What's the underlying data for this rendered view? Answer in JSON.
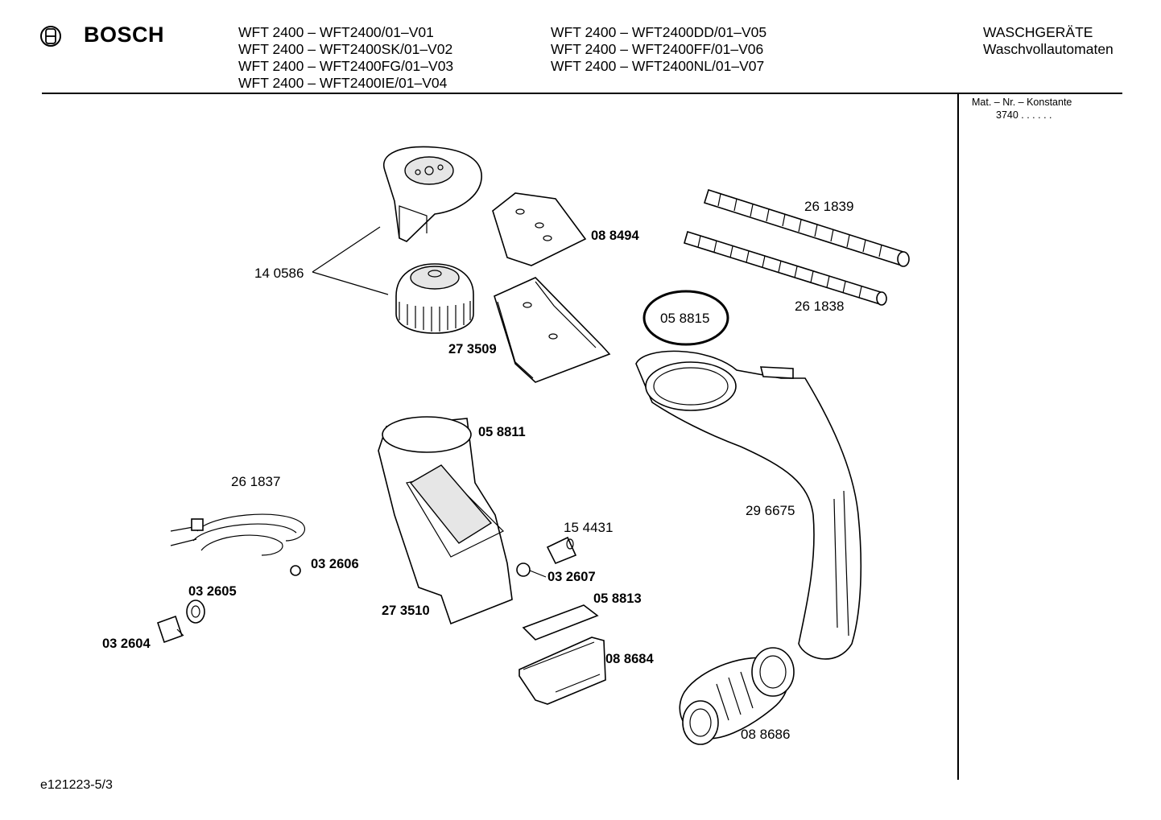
{
  "header": {
    "brand": "BOSCH",
    "models_col1": [
      "WFT 2400 – WFT2400/01–V01",
      "WFT 2400 – WFT2400SK/01–V02",
      "WFT 2400 – WFT2400FG/01–V03",
      "WFT 2400 – WFT2400IE/01–V04"
    ],
    "models_col2": [
      "WFT 2400 – WFT2400DD/01–V05",
      "WFT 2400 – WFT2400FF/01–V06",
      "WFT 2400 – WFT2400NL/01–V07"
    ],
    "category": "WASCHGERÄTE",
    "subcategory": "Waschvollautomaten"
  },
  "sidebar": {
    "mat_label": "Mat. – Nr. – Konstante",
    "mat_value": "3740  .  .    .  .  .  ."
  },
  "parts": {
    "p140586": "14 0586",
    "p088494": "08 8494",
    "p261839": "26 1839",
    "p261838": "26 1838",
    "p058815": "05 8815",
    "p273509": "27 3509",
    "p058811": "05 8811",
    "p261837": "26 1837",
    "p296675": "29 6675",
    "p154431": "15 4431",
    "p032606": "03 2606",
    "p032607": "03 2607",
    "p032605": "03 2605",
    "p058813": "05 8813",
    "p273510": "27 3510",
    "p088684": "08 8684",
    "p032604": "03 2604",
    "p088686": "08 8686"
  },
  "footer": {
    "doc_id": "e121223-5/3"
  }
}
